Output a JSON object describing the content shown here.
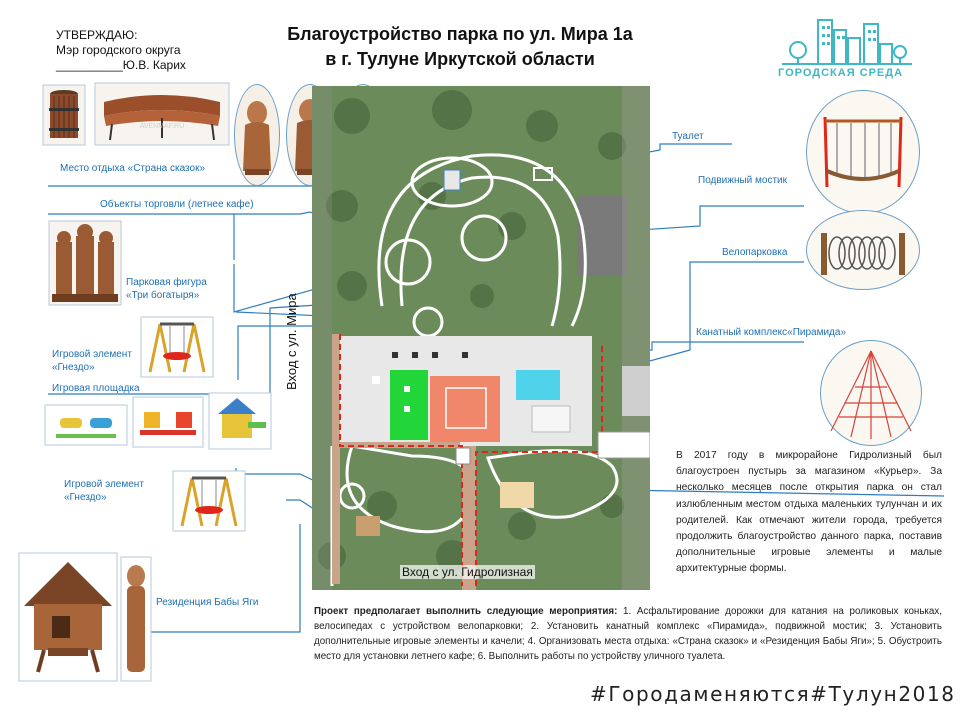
{
  "approval": {
    "line1": "УТВЕРЖДАЮ:",
    "line2": "Мэр городского округа",
    "line3": "__________Ю.В.  Карих"
  },
  "title": {
    "line1": "Благоустройство парка по ул. Мира 1а",
    "line2": "в г. Тулуне Иркутской области"
  },
  "logo": {
    "text": "ГОРОДСКАЯ СРЕДА",
    "color": "#3fb8c4"
  },
  "watermark": "AVENMAF.RU",
  "left_labels": {
    "fairy_rest": "Место отдыха «Страна сказок»",
    "trade": "Объекты торговли (летнее кафе)",
    "bogatyr": "Парковая фигура\n«Три богатыря»",
    "nest1": "Игровой элемент\n«Гнездо»",
    "playground": "Игровая площадка",
    "nest2": "Игровой элемент\n«Гнездо»",
    "baba_yaga": "Резиденция Бабы Яги"
  },
  "right_labels": {
    "toilet": "Туалет",
    "bridge": "Подвижный мостик",
    "bike": "Велопарковка",
    "pyramid": "Канатный комплекс«Пирамида»"
  },
  "entrances": {
    "mira": "Вход с ул. Мира",
    "gidro": "Вход с ул. Гидролизная"
  },
  "info_text": "В 2017 году в микрорайоне Гидролизный был благоустроен пустырь за магазином «Курьер». За несколько месяцев после открытия парка он стал излюбленным местом отдыха маленьких тулунчан и их родителей. Как отмечают жители города, требуется продолжить благоустройство данного парка, поставив дополнительные игровые элементы и малые архитектурные формы.",
  "project": {
    "lead": "Проект предполагает выполнить следующие мероприятия:",
    "body": " 1. Асфальтирование дорожки для катания на роликовых коньках, велосипедах с устройством велопарковки; 2. Установить канатный комплекс «Пирамида», подвижной мостик; 3. Установить дополнительные игровые элементы и качели; 4. Организовать места отдыха: «Страна сказок» и «Резиденция Бабы Яги»; 5. Обустроить место для установки летнего кафе; 6. Выполнить работы по устройству уличного туалета."
  },
  "hashtag": "#Городаменяются#Тулун2018",
  "colors": {
    "label_blue": "#1f6fb2",
    "line_blue": "#2f7dc0",
    "grass": "#6b8c5a",
    "path": "#ffffff",
    "green_field": "#22d63a",
    "salmon_field": "#f0876a",
    "cyan_field": "#4fd3ea",
    "red_dashed": "#e0261b"
  }
}
